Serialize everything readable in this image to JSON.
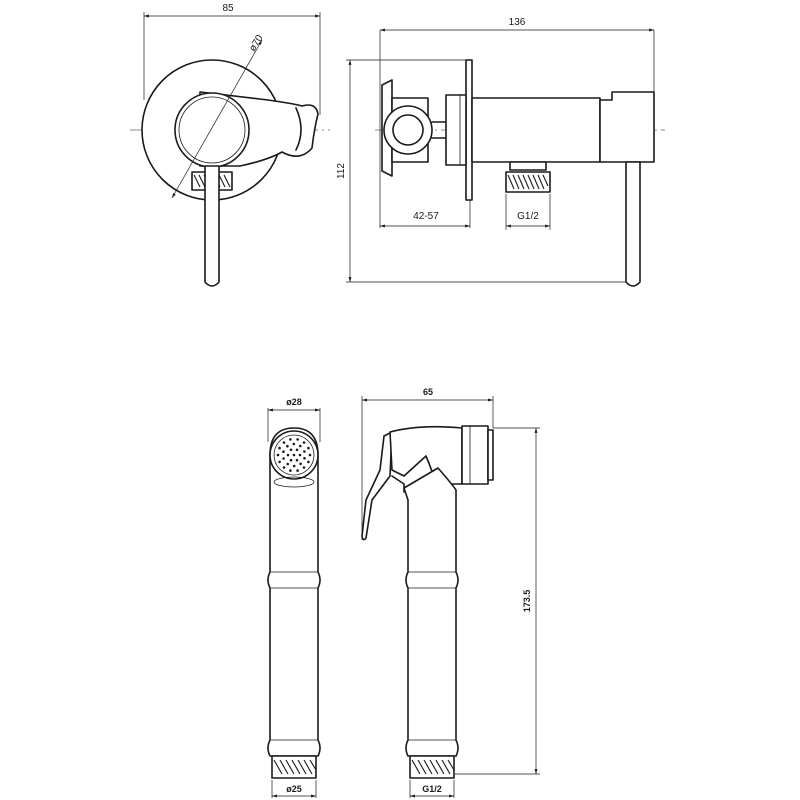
{
  "mixer_front": {
    "width_dim": "85",
    "diameter_dim": "ø70"
  },
  "mixer_side": {
    "length_dim": "136",
    "height_dim": "112",
    "depth_dim": "42-57",
    "thread_dim": "G1/2"
  },
  "shower_front": {
    "head_dim": "ø28",
    "base_dim": "ø25"
  },
  "shower_side": {
    "width_dim": "65",
    "height_dim": "173.5",
    "thread_dim": "G1/2"
  }
}
